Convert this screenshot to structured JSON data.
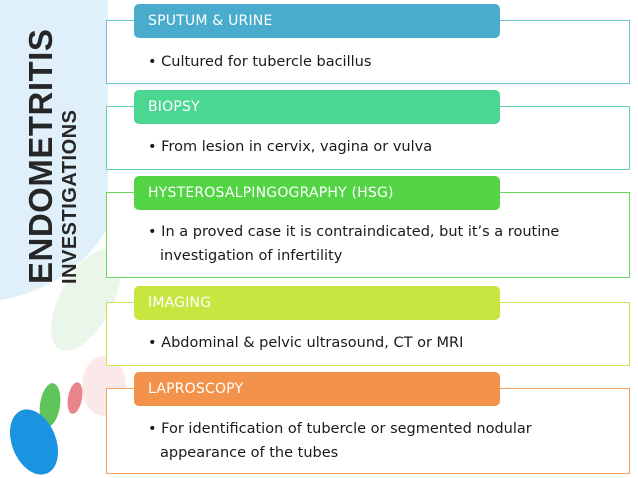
{
  "side_title": {
    "main": "ENDOMETRITIS",
    "sub": "INVESTIGATIONS"
  },
  "sections": [
    {
      "header": "SPUTUM & URINE",
      "bullet": "Cultured for tubercle bacillus",
      "header_color": "#4aaccc",
      "border_color": "#6cc0d8"
    },
    {
      "header": "BIOPSY",
      "bullet": "From lesion in cervix, vagina or vulva",
      "header_color": "#4bd692",
      "border_color": "#62d6a0"
    },
    {
      "header": "HYSTEROSALPINGOGRAPHY (HSG)",
      "bullet": "In a proved case it is contraindicated, but it’s a routine investigation of infertility",
      "header_color": "#52d444",
      "border_color": "#6ad85c"
    },
    {
      "header": "IMAGING",
      "bullet": "Abdominal & pelvic ultrasound, CT or MRI",
      "header_color": "#c8e640",
      "border_color": "#cbe45a"
    },
    {
      "header": "LAPROSCOPY",
      "bullet": "For identification of tubercle or segmented nodular appearance of the tubes",
      "header_color": "#f3924a",
      "border_color": "#f3a262"
    }
  ]
}
